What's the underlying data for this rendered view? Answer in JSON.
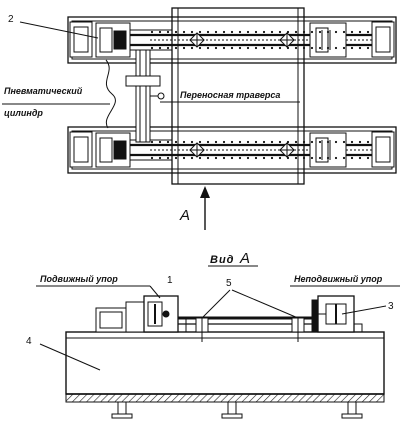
{
  "labels": {
    "callout_2": "2",
    "pneumatic_line1": "Пневматический",
    "pneumatic_line2": "цилиндр",
    "portable_traverse": "Переносная траверса",
    "arrow_A": "A",
    "view_A_word": "Вид",
    "view_A_letter": "A",
    "movable_stop": "Подвижный упор",
    "callout_1": "1",
    "callout_5": "5",
    "fixed_stop": "Неподвижный упор",
    "callout_3": "3",
    "callout_4": "4"
  },
  "colors": {
    "ink": "#111111",
    "hatch": "#222222",
    "paper": "#ffffff"
  }
}
